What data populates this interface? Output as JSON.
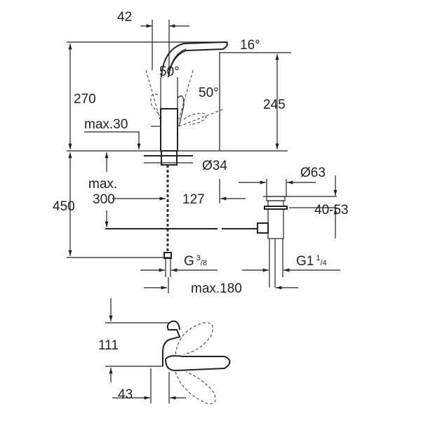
{
  "drawing": {
    "dimensions": {
      "spout_offset": "42",
      "spout_angle": "16°",
      "lever_angle_left": "50°",
      "lever_angle_right": "50°",
      "total_height": "270",
      "spout_height": "245",
      "deck_thickness": "max.30",
      "hole_diameter": "Ø34",
      "below_deck_length": "450",
      "max_label": "max.",
      "max_value": "300",
      "rod_offset": "127",
      "waste_diameter": "Ø63",
      "waste_range": "40-53",
      "inlet_thread_prefix": "G",
      "inlet_thread_num": "3",
      "inlet_thread_den": "8",
      "waste_thread_prefix": "G1",
      "waste_thread_num": "1",
      "waste_thread_den": "4",
      "max_spacing": "max.180",
      "top_view_depth": "111",
      "top_view_offset": "43"
    }
  }
}
